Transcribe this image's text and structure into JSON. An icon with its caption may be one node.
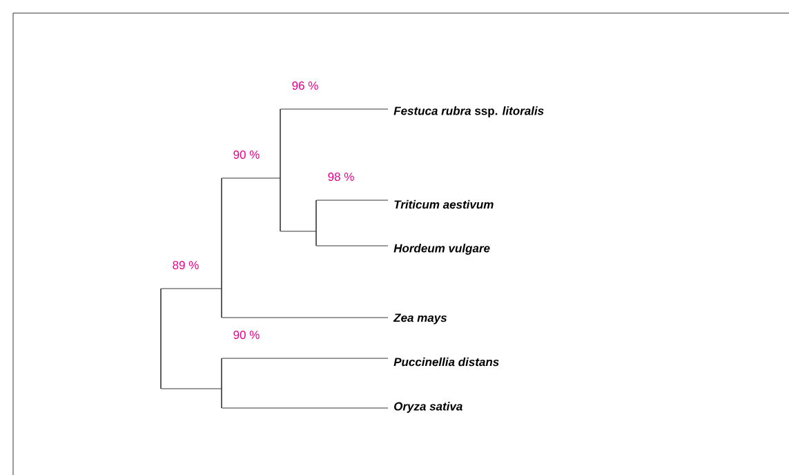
{
  "diagram": {
    "nodes": [
      {
        "text": [],
        "shape": "bar",
        "beside": [
          "96 %"
        ]
      },
      {
        "text": [
          "*Festuca rubra* ssp. *litoralis*"
        ]
      },
      {
        "text": [],
        "shape": "bar",
        "beside": [
          "90 %"
        ]
      },
      {
        "text": [],
        "shape": "bar",
        "beside": [
          "98 %"
        ]
      },
      {
        "text": [
          "Triticum aestivum"
        ]
      },
      {
        "text": [
          "Hordeum vulgare"
        ]
      },
      {
        "text": [],
        "shape": "bar",
        "beside": [
          "89 %"
        ]
      },
      {
        "text": [
          "Zea mays"
        ]
      },
      {
        "text": [],
        "shape": "bar",
        "beside": [
          "90 %"
        ]
      },
      {
        "text": [
          "Puccinellia distans"
        ]
      },
      {
        "text": [
          "Oryza sativa"
        ]
      }
    ],
    "edges": [
      {
        "from": 6,
        "to": 2,
        "arrow": "none"
      },
      {
        "from": 6,
        "to": 8,
        "arrow": "none"
      },
      {
        "from": 2,
        "to": 0,
        "arrow": "none"
      },
      {
        "from": 2,
        "to": 7,
        "arrow": "none"
      },
      {
        "from": 0,
        "to": 1,
        "arrow": "none"
      },
      {
        "from": 0,
        "to": 3,
        "arrow": "none"
      },
      {
        "from": 3,
        "to": 4,
        "arrow": "none"
      },
      {
        "from": 3,
        "to": 5,
        "arrow": "none"
      },
      {
        "from": 8,
        "to": 9,
        "arrow": "none"
      },
      {
        "from": 8,
        "to": 10,
        "arrow": "none"
      }
    ]
  }
}
